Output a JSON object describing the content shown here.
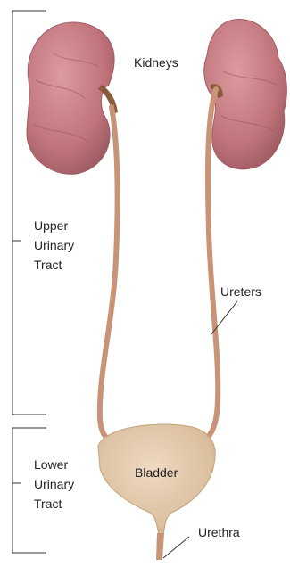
{
  "labels": {
    "kidneys": "Kidneys",
    "upper_line1": "Upper",
    "upper_line2": "Urinary",
    "upper_line3": "Tract",
    "ureters": "Ureters",
    "lower_line1": "Lower",
    "lower_line2": "Urinary",
    "lower_line3": "Tract",
    "bladder": "Bladder",
    "urethra": "Urethra"
  },
  "colors": {
    "kidney": "#c0737a",
    "kidney_dark": "#9f5c63",
    "ureter": "#c89478",
    "bladder": "#dbbf9e",
    "bracket": "#333333"
  }
}
